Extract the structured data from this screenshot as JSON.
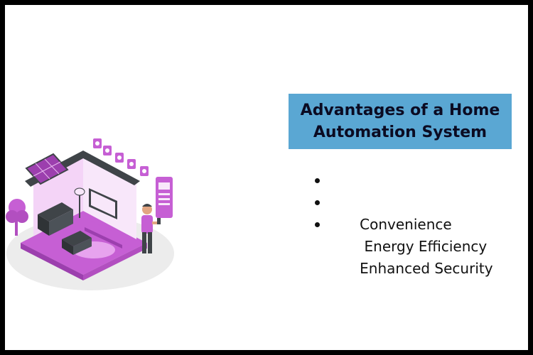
{
  "slide": {
    "title": "Advantages of a Home Automation System",
    "benefits": [
      {
        "label": "Convenience"
      },
      {
        "label": " Energy Efficiency"
      },
      {
        "label": "Enhanced Security"
      }
    ]
  },
  "colors": {
    "border": "#000000",
    "title_box": "#5aa7d3",
    "accent_purple": "#c65fd4",
    "dark_gray": "#3f4448"
  },
  "icons": [
    "smart-home-illustration",
    "solar-panel-icon",
    "wifi-icon",
    "bulb-icon",
    "settings-icon"
  ]
}
